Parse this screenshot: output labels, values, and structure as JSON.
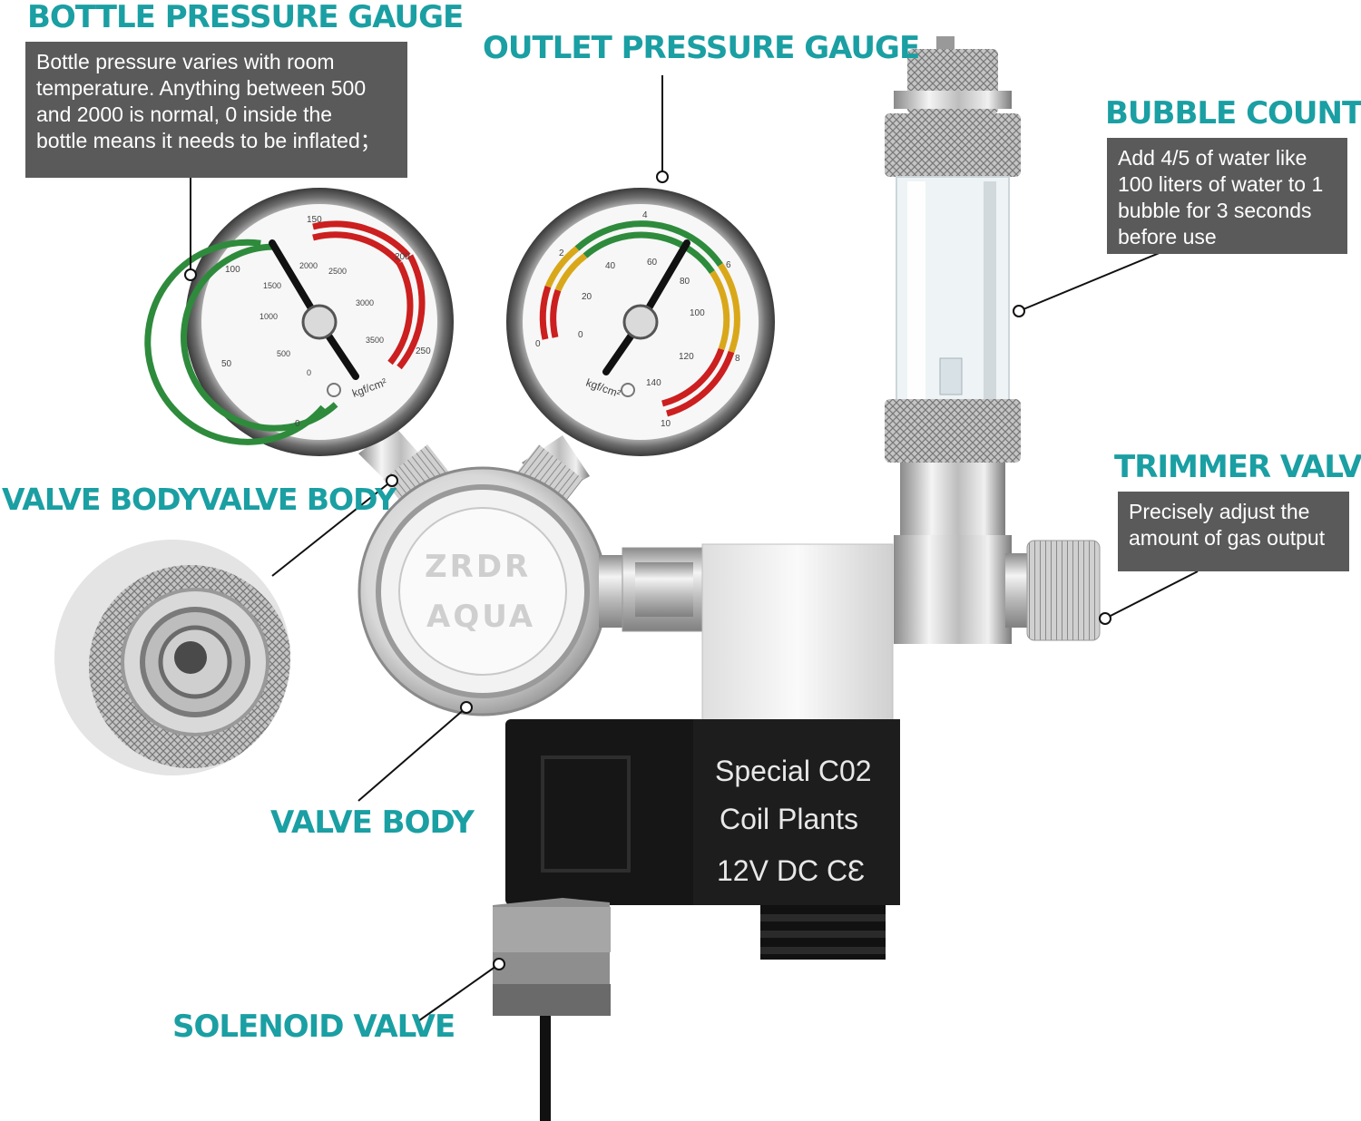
{
  "colors": {
    "heading": "#1a9fa3",
    "note_bg": "#5a5a5a",
    "gauge_green": "#2e8b3c",
    "gauge_red": "#cc1f1f",
    "gauge_yellow": "#d9a81a"
  },
  "labels": {
    "bottle_pressure_gauge": {
      "title": "BOTTLE PRESSURE GAUGE",
      "lines": [
        "Bottle pressure varies with room",
        "temperature. Anything between 500",
        "and 2000 is normal, 0 inside the",
        "bottle means it needs to be inflated；"
      ]
    },
    "outlet_pressure_gauge": {
      "title": "OUTLET PRESSURE GAUGE"
    },
    "bubble_counter": {
      "title": "BUBBLE COUNTER",
      "lines": [
        "Add 4/5 of water like",
        "100 liters of water to 1",
        "bubble for 3 seconds",
        "before use"
      ]
    },
    "trimmer_valve": {
      "title": "TRIMMER VALVE",
      "lines": [
        "Precisely adjust the",
        "amount of gas output"
      ]
    },
    "valve_body_top": {
      "title": "VALVE BODYVALVE BODY"
    },
    "valve_body": {
      "title": "VALVE BODY"
    },
    "solenoid_valve": {
      "title": "SOLENOID VALVE"
    }
  },
  "product": {
    "brand_line1": "ZRDR",
    "brand_line2": "AQUA",
    "coil_line1": "Special C02",
    "coil_line2": "Coil Plants",
    "coil_line3": "12V DC CƐ"
  },
  "bottle_gauge": {
    "unit": "kgf/cm²",
    "outer_scale": [
      "0",
      "50",
      "100",
      "150",
      "200",
      "250"
    ],
    "inner_scale": [
      "0",
      "500",
      "1000",
      "1500",
      "2000",
      "2500",
      "3000",
      "3500"
    ]
  },
  "outlet_gauge": {
    "unit": "kgf/cm²",
    "outer_scale": [
      "0",
      "2",
      "4",
      "6",
      "8",
      "10"
    ],
    "inner_scale": [
      "0",
      "20",
      "40",
      "60",
      "80",
      "100",
      "120",
      "140"
    ]
  }
}
